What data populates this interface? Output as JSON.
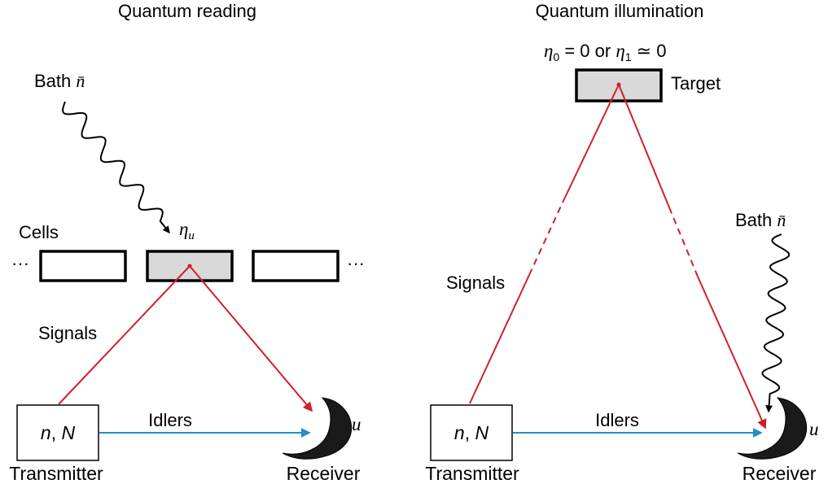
{
  "colors": {
    "signal": "#d0202a",
    "idler": "#1f8fc9",
    "target_fill": "#d9d9d9",
    "receiver": "#1a1a1a",
    "stroke": "#000000"
  },
  "left_panel": {
    "title": "Quantum reading",
    "bath_label": "Bath",
    "bath_symbol": "n̄",
    "cells_label": "Cells",
    "eta_u_symbol": "η",
    "eta_u_subscript": "u",
    "ellipsis_left": "···",
    "ellipsis_right": "···",
    "signals_label": "Signals",
    "idlers_label": "Idlers",
    "transmitter_text_n": "n",
    "transmitter_text_sep": ", ",
    "transmitter_text_N": "N",
    "transmitter_label": "Transmitter",
    "receiver_label": "Receiver",
    "output_symbol": "u"
  },
  "right_panel": {
    "title": "Quantum illumination",
    "eta_eq_a": "η",
    "eta_eq_a_sub": "0",
    "eta_eq_mid": " = 0 or ",
    "eta_eq_b": "η",
    "eta_eq_b_sub": "1",
    "eta_eq_end": " ≃ 0",
    "target_label": "Target",
    "bath_label": "Bath",
    "bath_symbol": "n̄",
    "signals_label": "Signals",
    "idlers_label": "Idlers",
    "transmitter_text_n": "n",
    "transmitter_text_sep": ", ",
    "transmitter_text_N": "N",
    "transmitter_label": "Transmitter",
    "receiver_label": "Receiver",
    "output_symbol": "u"
  }
}
